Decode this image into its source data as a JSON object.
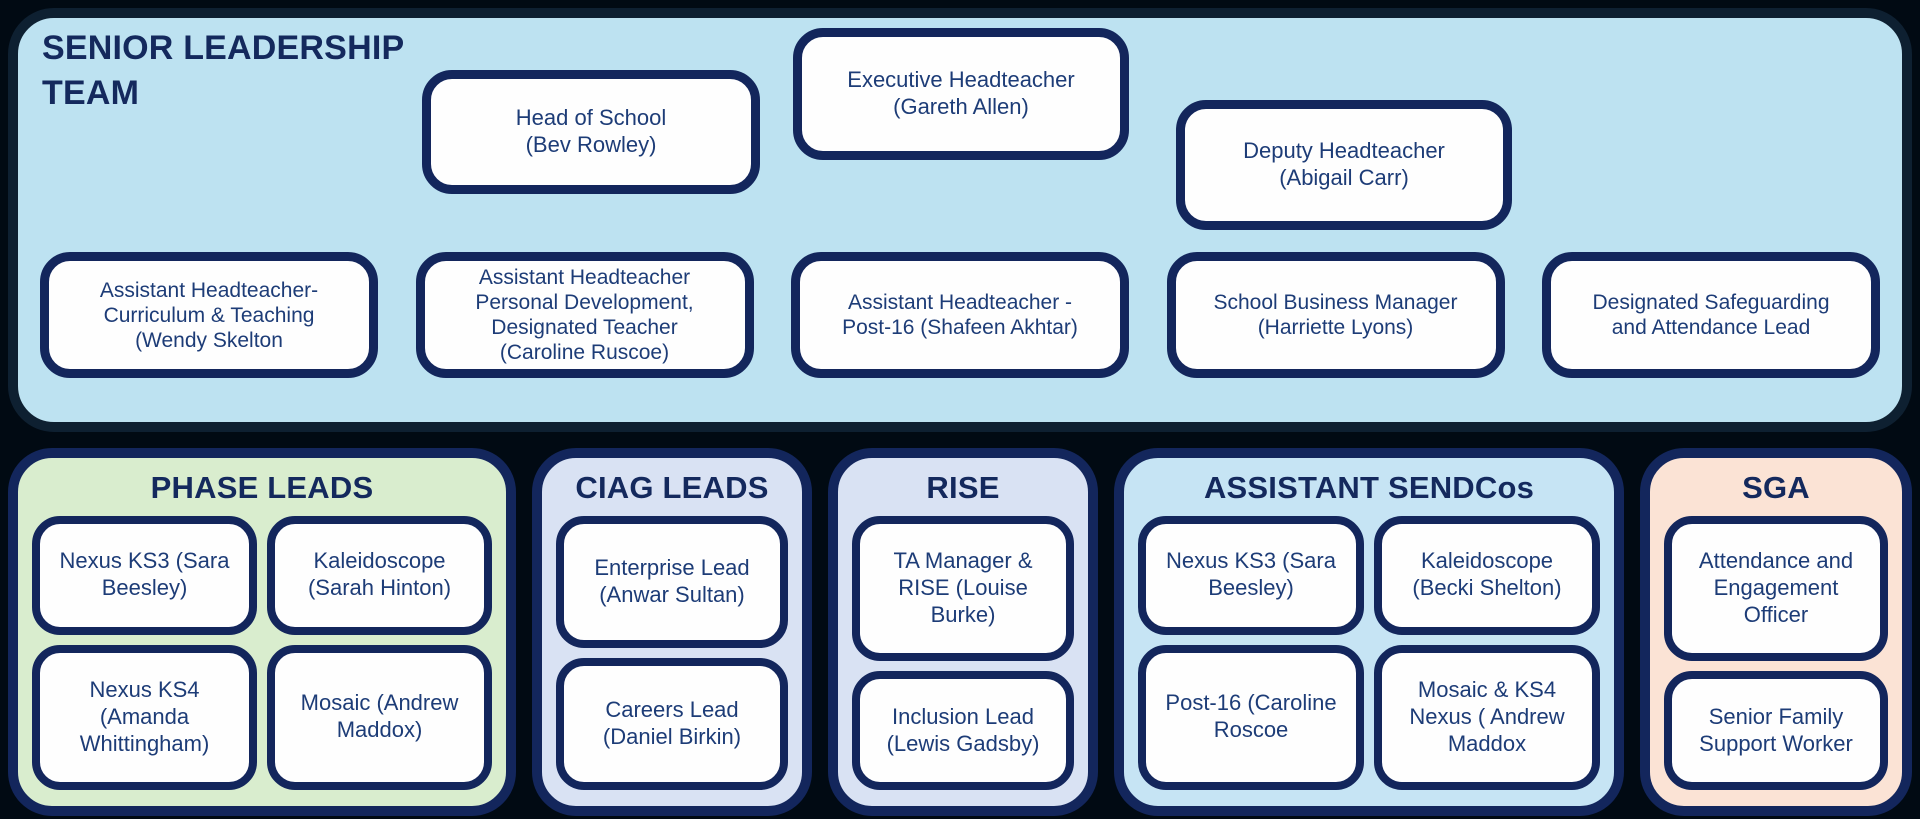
{
  "colors": {
    "page_bg": "#010a13",
    "navy_border": "#13265c",
    "slt_panel_border": "#0e2031",
    "slt_panel_bg": "#bde2f1",
    "phase_leads_bg": "#d9edce",
    "ciag_leads_bg": "#d9e2f3",
    "rise_bg": "#d9e2f3",
    "assistant_sendcos_bg": "#c6e4f4",
    "sga_bg": "#fbe3d5",
    "box_bg": "#fefefe",
    "text": "#1d3c77",
    "title_text": "#14295d"
  },
  "slt": {
    "title": "SENIOR LEADERSHIP\nTEAM",
    "row1": [
      {
        "label": "Head of School\n(Bev Rowley)"
      },
      {
        "label": "Executive Headteacher\n(Gareth Allen)"
      },
      {
        "label": "Deputy Headteacher\n(Abigail Carr)"
      }
    ],
    "row2": [
      {
        "label": "Assistant Headteacher-\nCurriculum & Teaching\n(Wendy Skelton"
      },
      {
        "label": "Assistant Headteacher\nPersonal Development,\nDesignated Teacher\n(Caroline Ruscoe)"
      },
      {
        "label": "Assistant Headteacher -\nPost-16 (Shafeen Akhtar)"
      },
      {
        "label": "School Business Manager\n(Harriette Lyons)"
      },
      {
        "label": "Designated Safeguarding\nand Attendance Lead"
      }
    ]
  },
  "panels": [
    {
      "title": "PHASE LEADS",
      "items": [
        {
          "label": "Nexus KS3 (Sara\nBeesley)"
        },
        {
          "label": "Kaleidoscope\n(Sarah Hinton)"
        },
        {
          "label": "Nexus KS4\n(Amanda\nWhittingham)"
        },
        {
          "label": "Mosaic (Andrew\nMaddox)"
        }
      ]
    },
    {
      "title": "CIAG LEADS",
      "items": [
        {
          "label": "Enterprise Lead\n(Anwar Sultan)"
        },
        {
          "label": "Careers Lead\n(Daniel Birkin)"
        }
      ]
    },
    {
      "title": "RISE",
      "items": [
        {
          "label": "TA Manager &\nRISE (Louise\nBurke)"
        },
        {
          "label": "Inclusion Lead\n(Lewis Gadsby)"
        }
      ]
    },
    {
      "title": "ASSISTANT SENDCos",
      "items": [
        {
          "label": "Nexus KS3 (Sara\nBeesley)"
        },
        {
          "label": "Kaleidoscope\n(Becki Shelton)"
        },
        {
          "label": "Post-16 (Caroline\nRoscoe"
        },
        {
          "label": "Mosaic & KS4\nNexus  ( Andrew\nMaddox"
        }
      ]
    },
    {
      "title": "SGA",
      "items": [
        {
          "label": "Attendance and\nEngagement\nOfficer"
        },
        {
          "label": "Senior Family\nSupport Worker"
        }
      ]
    }
  ]
}
